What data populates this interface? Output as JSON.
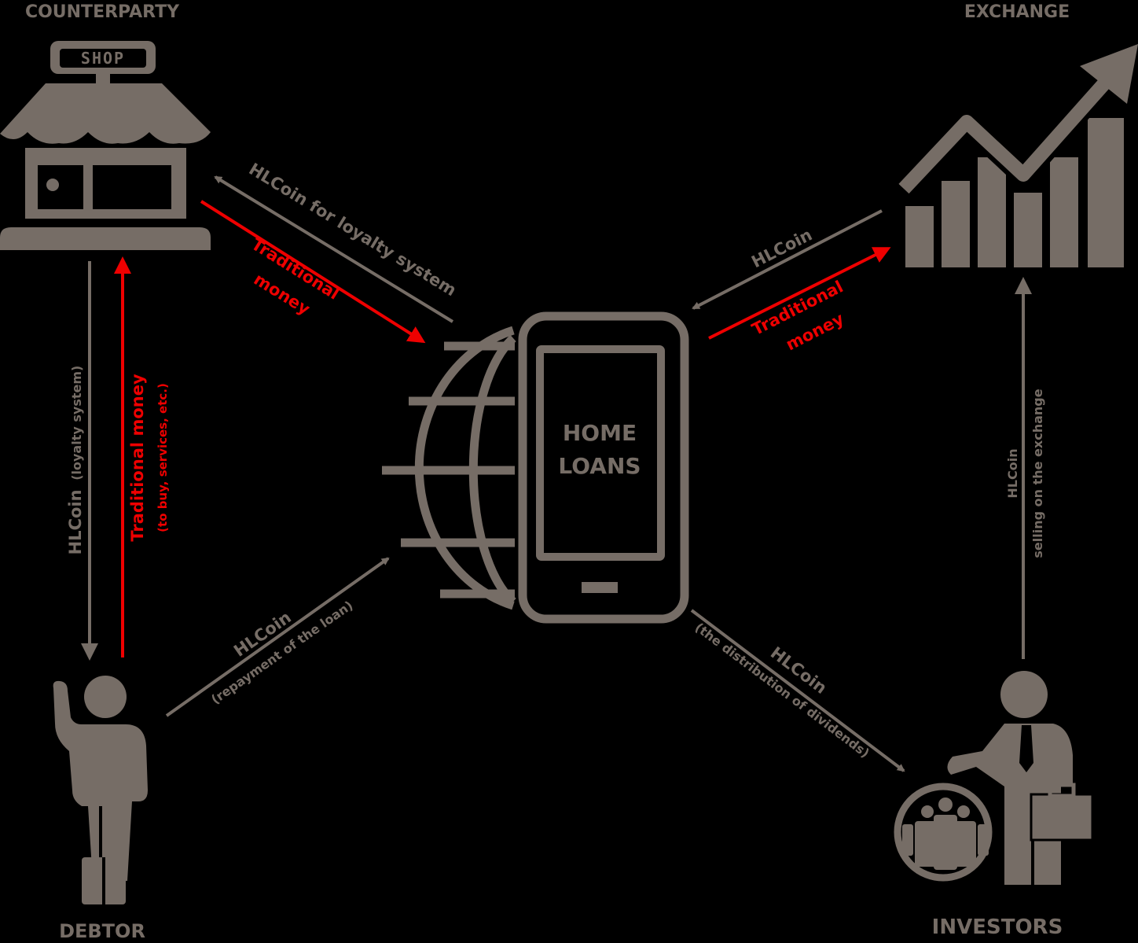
{
  "colors": {
    "gray": "#766d66",
    "red": "#ee0000",
    "background": "#000000"
  },
  "nodes": {
    "counterparty": {
      "title": "COUNTERPARTY",
      "sign": "SHOP",
      "icon": "shop-icon"
    },
    "exchange": {
      "title": "EXCHANGE",
      "icon": "growth-chart-icon"
    },
    "debtor": {
      "title": "DEBTOR",
      "icon": "waving-person-icon"
    },
    "investors": {
      "title": "INVESTORS",
      "icon": "businessman-with-group-icon"
    },
    "center": {
      "line1": "HOME",
      "line2": "LOANS",
      "icon": "globe-phone-icon"
    }
  },
  "flows": {
    "shop_to_app_loyalty": "HLCoin for loyalty system",
    "app_to_shop_money_line1": "Traditional",
    "app_to_shop_money_line2": "money",
    "exchange_to_app": "HLCoin",
    "app_to_exchange_money_line1": "Traditional",
    "app_to_exchange_money_line2": "money",
    "shop_to_debtor_main": "HLCoin",
    "shop_to_debtor_sub": "(loyalty system)",
    "debtor_to_shop_main": "Traditional money",
    "debtor_to_shop_sub": "(to buy, services, etc.)",
    "debtor_to_app_main": "HLCoin",
    "debtor_to_app_sub": "(repayment of the loan)",
    "app_to_investors_main": "HLCoin",
    "app_to_investors_sub": "(the distribution of dividends)",
    "investors_to_exchange_line1": "HLCoin",
    "investors_to_exchange_line2": "selling on the exchange"
  }
}
